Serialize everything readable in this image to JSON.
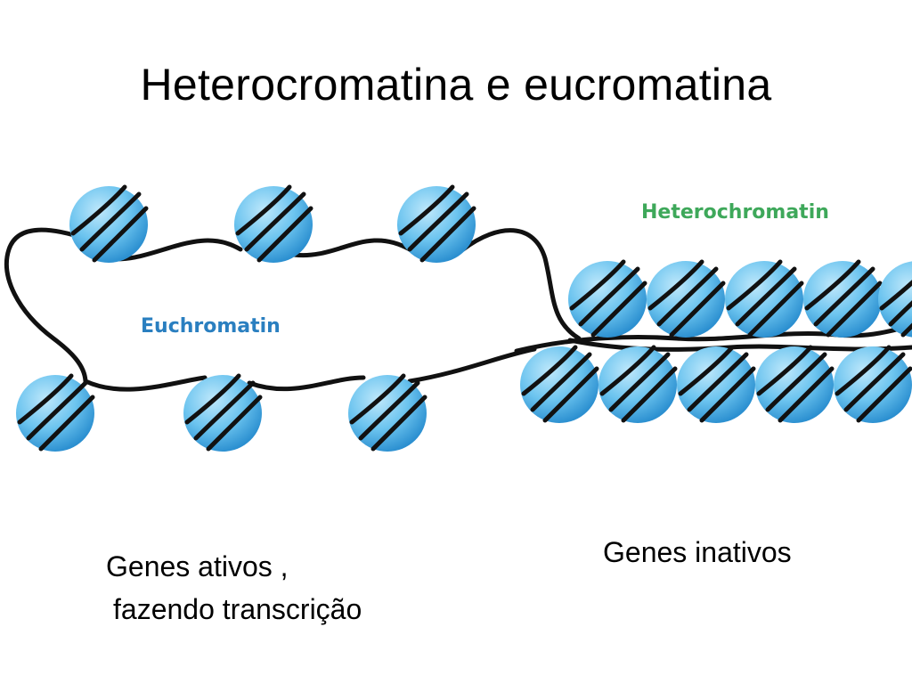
{
  "title": "Heterocromatina e eucromatina",
  "diagram": {
    "euchromatin_label": "Euchromatin",
    "heterochromatin_label": "Heterochromatin",
    "colors": {
      "nucleosome_light": "#bfe8fb",
      "nucleosome_mid": "#6cc4ef",
      "nucleosome_dark": "#2b8fd0",
      "dna": "#111111",
      "euchromatin_text": "#2a7fc0",
      "heterochromatin_text": "#3ea85a"
    },
    "icons": {
      "nucleosome": "nucleosome-icon",
      "dna_strand": "dna-strand"
    }
  },
  "captions": {
    "active_line1": "Genes ativos ,",
    "active_line2": "fazendo transcrição",
    "inactive": "Genes inativos"
  }
}
